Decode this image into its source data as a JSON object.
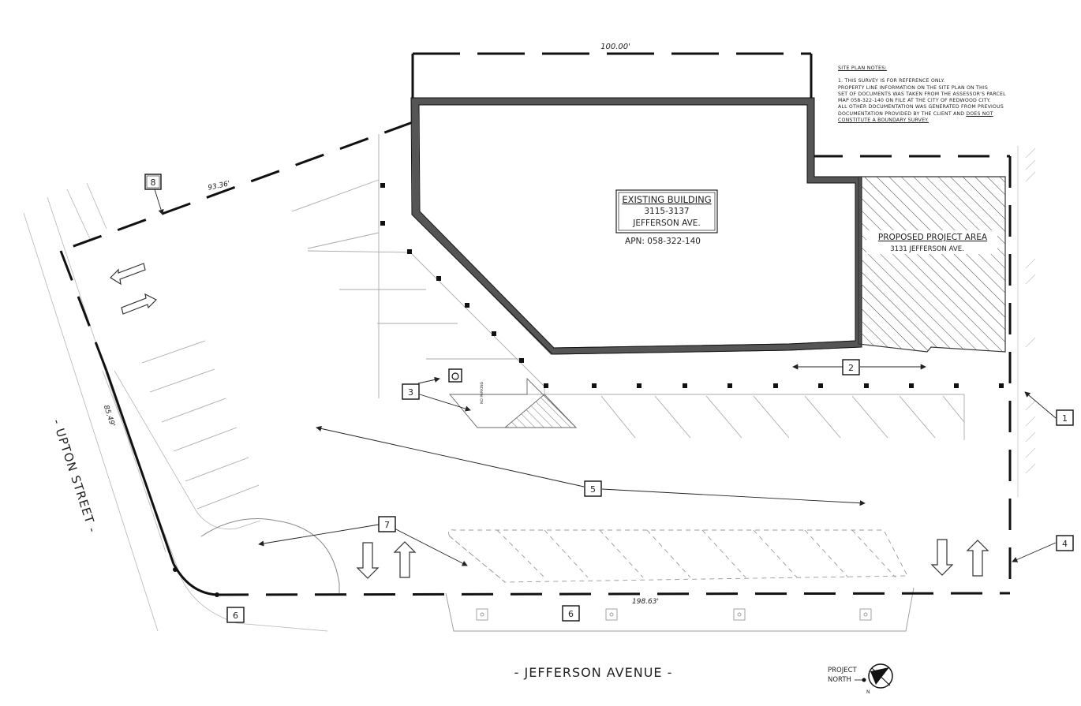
{
  "dimensions": {
    "top": "100.00'",
    "northwest": "93.36'",
    "west": "85.49'",
    "south": "198.63'"
  },
  "streets": {
    "upton": "- UPTON STREET -",
    "jefferson": "- JEFFERSON AVENUE -"
  },
  "building": {
    "title": "EXISTING BUILDING",
    "address_line1": "3115-3137",
    "address_line2": "JEFFERSON AVE.",
    "apn": "APN: 058-322-140"
  },
  "project_area": {
    "title": "PROPOSED PROJECT AREA",
    "address": "3131 JEFFERSON AVE."
  },
  "notes": {
    "title": "SITE PLAN NOTES:",
    "line1": "1. THIS SURVEY IS FOR REFERENCE ONLY.",
    "line2": "PROPERTY LINE INFORMATION ON THE SITE PLAN ON THIS",
    "line3": "SET OF DOCUMENTS WAS TAKEN FROM THE ASSESSOR'S PARCEL",
    "line4": "MAP 058-322-140 ON FILE AT THE CITY OF REDWOOD CITY.",
    "line5": "ALL OTHER DOCUMENTATION WAS GENERATED FROM PREVIOUS",
    "line6_a": "DOCUMENTATION PROVIDED BY THE CLIENT AND ",
    "line6_b": "DOES NOT",
    "line7": "CONSTITUTE A BOUNDARY SURVEY."
  },
  "keynotes": {
    "k1": "1",
    "k2": "2",
    "k3": "3",
    "k4": "4",
    "k5": "5",
    "k6a": "6",
    "k6b": "6",
    "k7": "7",
    "k8": "8"
  },
  "accessible_label": "NO PARKING",
  "north": {
    "line1": "PROJECT",
    "line2": "NORTH",
    "letter": "N"
  },
  "colors": {
    "ink": "#111111",
    "building_wall": "#555555",
    "hatch": "#444444",
    "faint": "#9a9a9a"
  }
}
